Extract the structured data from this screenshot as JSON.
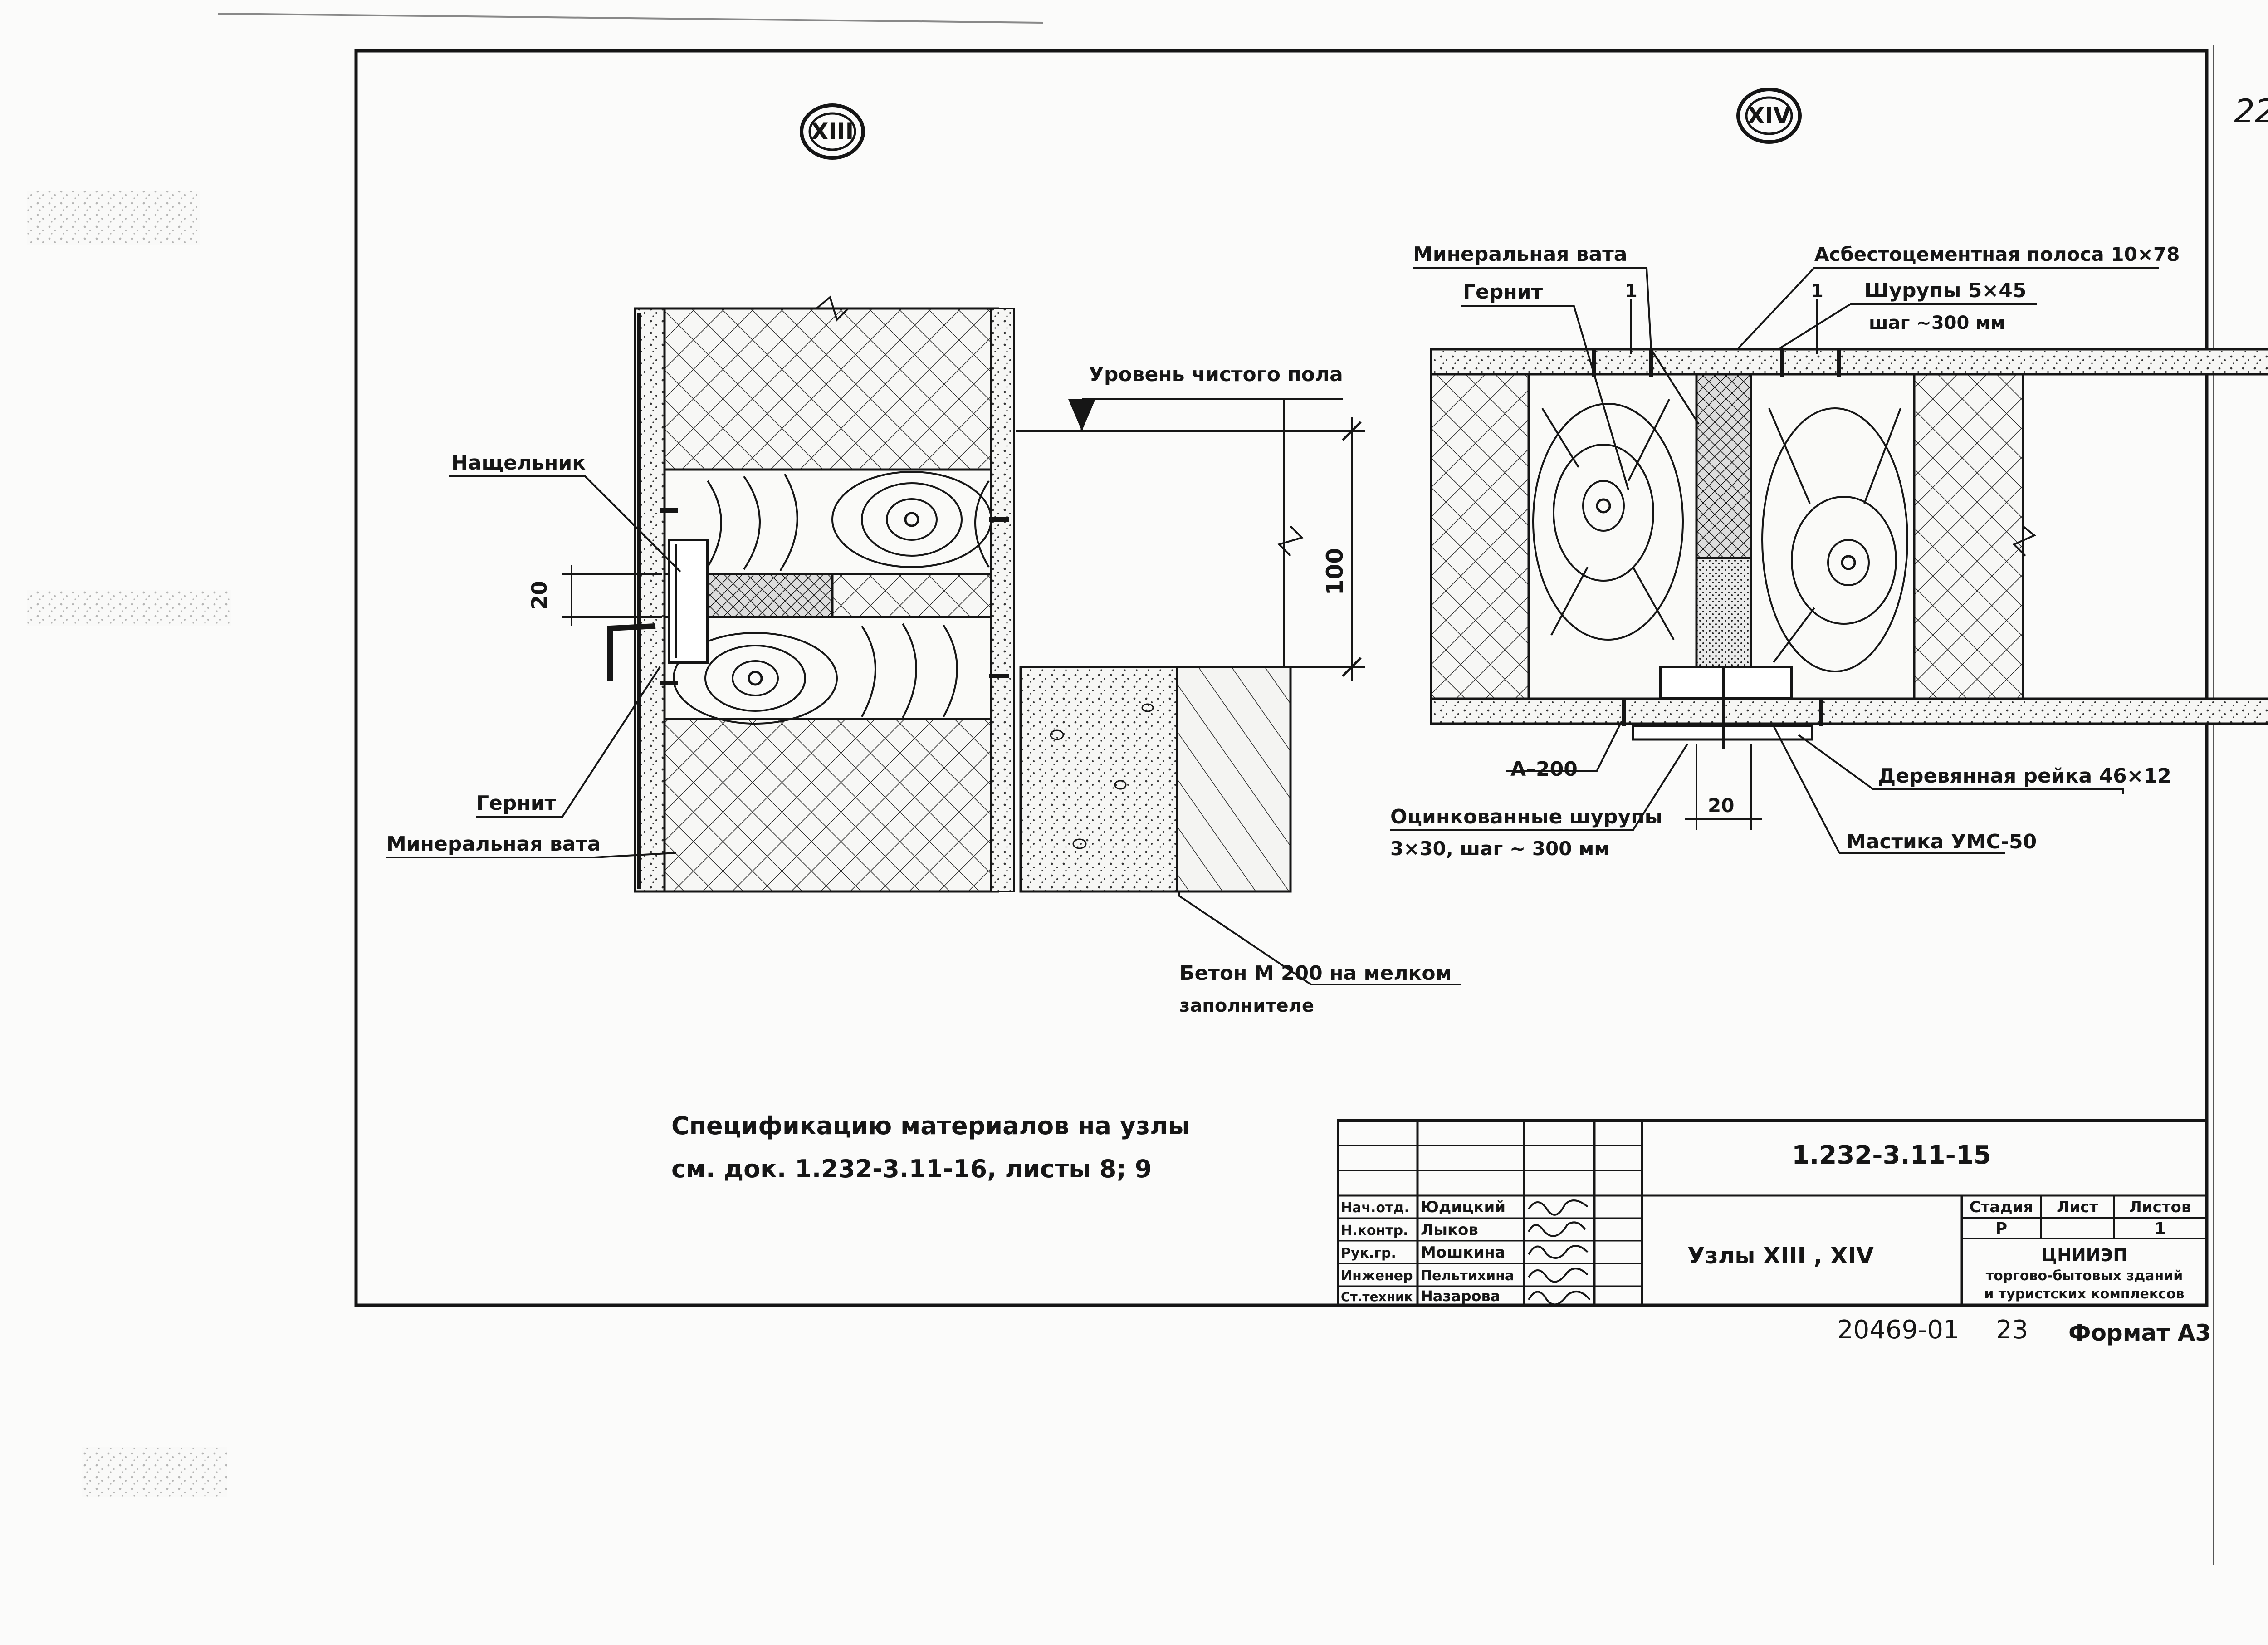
{
  "sheet": {
    "page_number": "22",
    "archive_number": "20469-01",
    "archive_page": "23",
    "format": "Формат А3"
  },
  "nodes": {
    "left_marker": "XIII",
    "right_marker": "XIV"
  },
  "left_detail": {
    "floor_level": "Уровень чистого пола",
    "cover_strip": "Нащельник",
    "sealant": "Гернит",
    "mineral_wool": "Минеральная вата",
    "concrete": "Бетон М 200 на мелком",
    "concrete_2": "заполнителе",
    "dim_20": "20",
    "dim_100": "100"
  },
  "right_detail": {
    "mineral_wool": "Минеральная вата",
    "sealant": "Гернит",
    "asbestos_strip": "Асбестоцементная полоса 10×78",
    "screws": "Шурупы 5×45",
    "screws_step": "шаг ~300 мм",
    "section_mark_1": "1",
    "section_mark_2": "1",
    "a200": "А–200",
    "wood_strip": "Деревянная рейка 46×12",
    "galv_screws": "Оцинкованные шурупы",
    "galv_screws_2": "3×30, шаг ~ 300 мм",
    "mastic": "Мастика УМС-50",
    "dim_20": "20"
  },
  "note": {
    "line1": "Спецификацию материалов на узлы",
    "line2": "см. док. 1.232-3.11-16, листы 8; 9"
  },
  "title_block": {
    "doc_code": "1.232-3.11-15",
    "title": "Узлы XIII , XIV",
    "stage_header": "Стадия",
    "sheet_header": "Лист",
    "sheets_header": "Листов",
    "stage": "Р",
    "sheets": "1",
    "org_line1": "ЦНИИЭП",
    "org_line2": "торгово-бытовых зданий",
    "org_line3": "и туристских комплексов",
    "roles": [
      {
        "role": "Нач.отд.",
        "name": "Юдицкий"
      },
      {
        "role": "Н.контр.",
        "name": "Лыков"
      },
      {
        "role": "Рук.гр.",
        "name": "Мошкина"
      },
      {
        "role": "Инженер",
        "name": "Пельтихина"
      },
      {
        "role": "Ст.техник",
        "name": "Назарова"
      }
    ]
  }
}
